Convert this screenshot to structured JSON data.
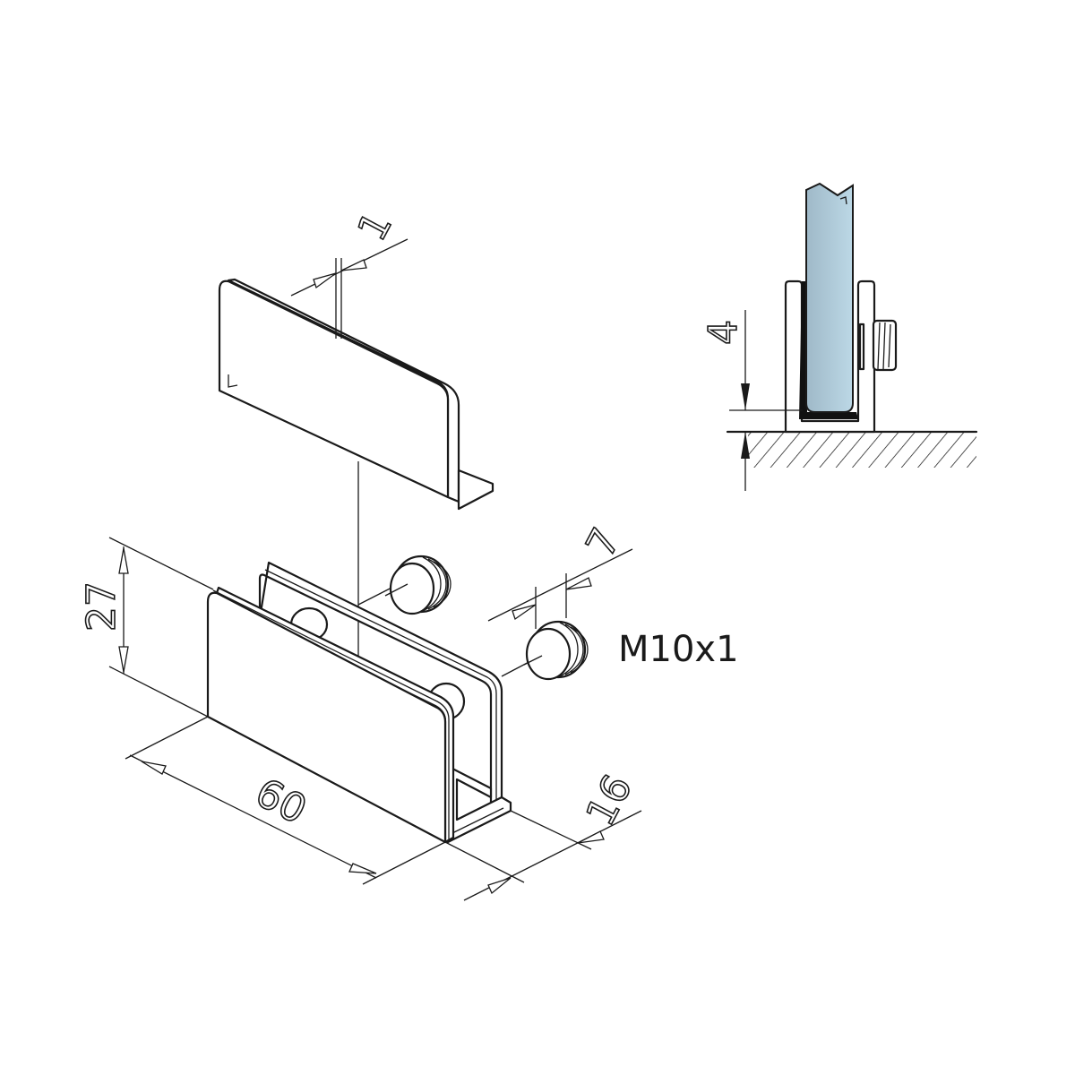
{
  "drawing": {
    "dimensions": {
      "insert_thickness": "1",
      "height": "27",
      "length": "60",
      "depth": "16",
      "screw_length": "7",
      "screw_thread": "M10x1",
      "floor_gap": "4"
    },
    "colors": {
      "line": "#1a1a1a",
      "glass": "#b8d4e2",
      "gasket": "#111111"
    }
  }
}
